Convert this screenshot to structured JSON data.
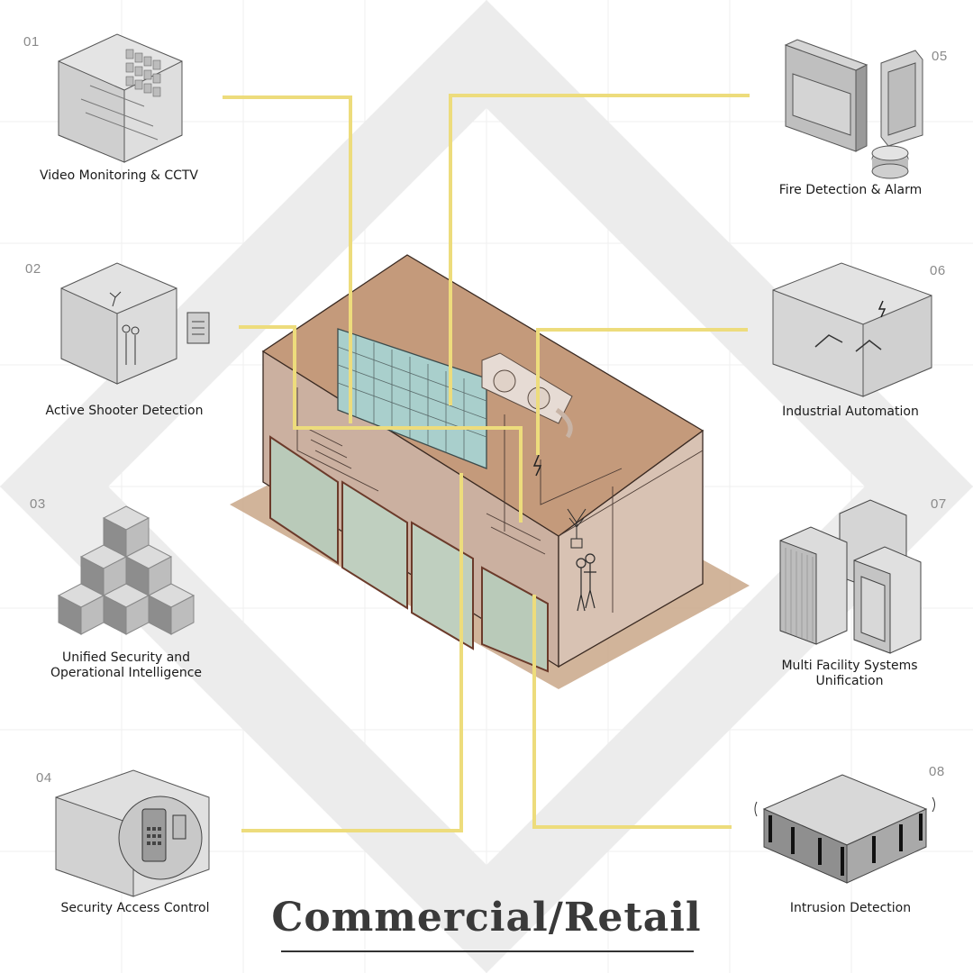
{
  "title": "Commercial/Retail",
  "colors": {
    "accent_line": "#eddc7c",
    "building": "#c9a890",
    "roof": "#c49a7b",
    "glass": "#9ec7c4",
    "icon_gray": "#9b9b9b",
    "diamond": "#ececec"
  },
  "features": [
    {
      "number": "01",
      "label": "Video Monitoring & CCTV",
      "icon": "cctv-room-icon"
    },
    {
      "number": "02",
      "label": "Active Shooter Detection",
      "icon": "shooter-sensor-room-icon"
    },
    {
      "number": "03",
      "label": "Unified Security and Operational Intelligence",
      "icon": "cube-stack-icon"
    },
    {
      "number": "04",
      "label": "Security Access Control",
      "icon": "keypad-icon"
    },
    {
      "number": "05",
      "label": "Fire Detection & Alarm",
      "icon": "fire-panel-icon"
    },
    {
      "number": "06",
      "label": "Industrial Automation",
      "icon": "robot-arm-room-icon"
    },
    {
      "number": "07",
      "label": "Multi Facility Systems Unification",
      "icon": "server-tower-icon"
    },
    {
      "number": "08",
      "label": "Intrusion Detection",
      "icon": "fence-perimeter-icon"
    }
  ]
}
